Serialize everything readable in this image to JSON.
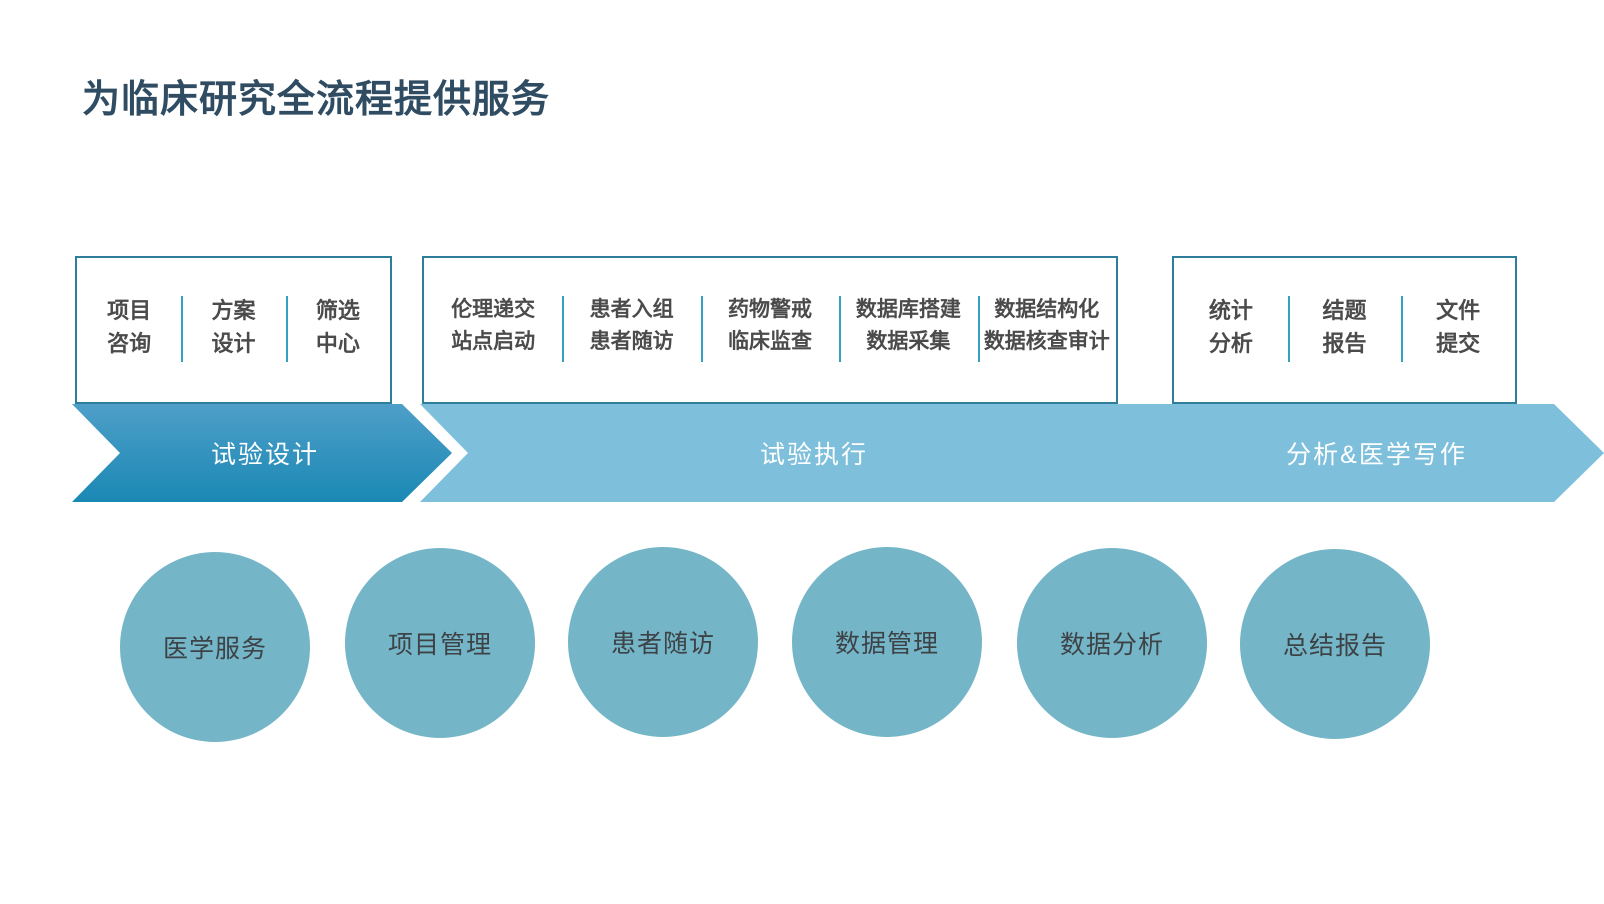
{
  "slide": {
    "title": "为临床研究全流程提供服务",
    "title_color": "#2f4c62",
    "background_color": "#ffffff"
  },
  "colors": {
    "box_border": "#2e7d9b",
    "divider": "#36a0c4",
    "chevron_active_top": "#4e9fc8",
    "chevron_active_bottom": "#1f8ab5",
    "chevron_light": "#7ec0dc",
    "circle_fill": "#74b6c7",
    "box_text": "#4b4b4b",
    "circle_text": "#3d4246",
    "chevron_text": "#ffffff"
  },
  "stages": [
    {
      "id": "stage-design",
      "band_label": "试验设计",
      "style": "active",
      "items": [
        {
          "line1": "项目",
          "line2": "咨询"
        },
        {
          "line1": "方案",
          "line2": "设计"
        },
        {
          "line1": "筛选",
          "line2": "中心"
        }
      ]
    },
    {
      "id": "stage-execution",
      "band_label": "试验执行",
      "style": "light",
      "items": [
        {
          "line1": "伦理递交",
          "line2": "站点启动"
        },
        {
          "line1": "患者入组",
          "line2": "患者随访"
        },
        {
          "line1": "药物警戒",
          "line2": "临床监查"
        },
        {
          "line1": "数据库搭建",
          "line2": "数据采集"
        },
        {
          "line1": "数据结构化",
          "line2": "数据核查审计"
        }
      ]
    },
    {
      "id": "stage-analysis",
      "band_label": "分析&医学写作",
      "style": "light",
      "items": [
        {
          "line1": "统计",
          "line2": "分析"
        },
        {
          "line1": "结题",
          "line2": "报告"
        },
        {
          "line1": "文件",
          "line2": "提交"
        }
      ]
    }
  ],
  "services": [
    {
      "label": "医学服务"
    },
    {
      "label": "项目管理"
    },
    {
      "label": "患者随访"
    },
    {
      "label": "数据管理"
    },
    {
      "label": "数据分析"
    },
    {
      "label": "总结报告"
    }
  ]
}
